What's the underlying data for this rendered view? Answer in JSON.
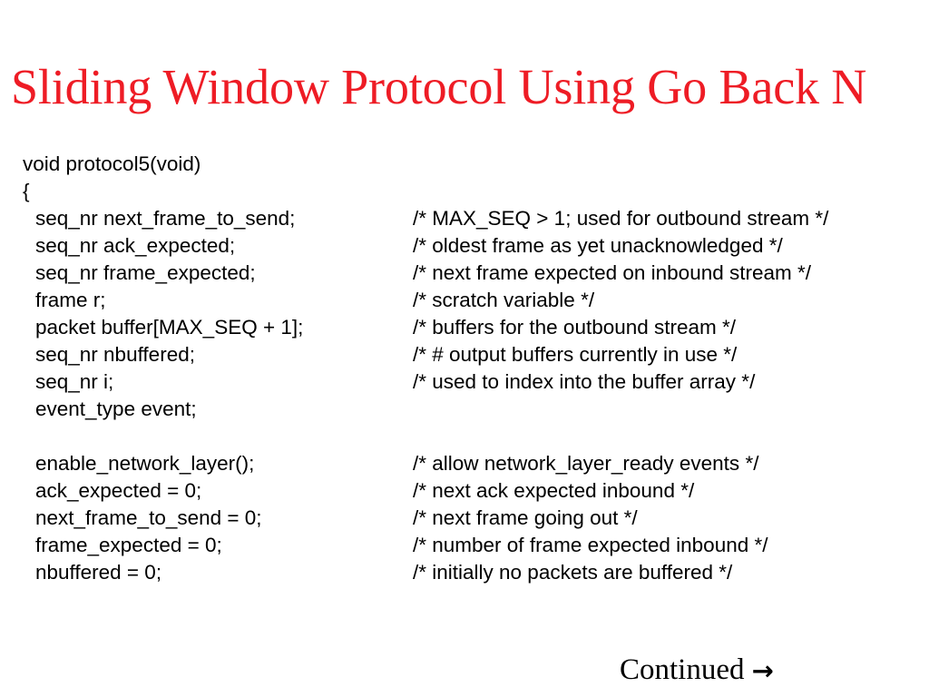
{
  "slide": {
    "title": "Sliding Window Protocol Using Go Back N",
    "title_color": "#ee1c25",
    "background_color": "#ffffff",
    "text_color": "#000000"
  },
  "code": {
    "language": "c",
    "lines": [
      {
        "indent": 0,
        "text": "void protocol5(void)",
        "comment": ""
      },
      {
        "indent": 0,
        "text": "{",
        "comment": ""
      },
      {
        "indent": 1,
        "text": "seq_nr next_frame_to_send;",
        "comment": "/* MAX_SEQ > 1; used for outbound stream */"
      },
      {
        "indent": 1,
        "text": "seq_nr ack_expected;",
        "comment": "/* oldest frame as yet unacknowledged */"
      },
      {
        "indent": 1,
        "text": "seq_nr frame_expected;",
        "comment": "/* next frame expected on inbound stream */"
      },
      {
        "indent": 1,
        "text": "frame r;",
        "comment": "/* scratch variable */"
      },
      {
        "indent": 1,
        "text": "packet buffer[MAX_SEQ + 1];",
        "comment": "/* buffers for the outbound stream */"
      },
      {
        "indent": 1,
        "text": "seq_nr nbuffered;",
        "comment": "/* # output buffers currently in use */"
      },
      {
        "indent": 1,
        "text": "seq_nr i;",
        "comment": "/* used to index into the buffer array */"
      },
      {
        "indent": 1,
        "text": "event_type event;",
        "comment": ""
      },
      {
        "indent": 1,
        "text": "",
        "comment": ""
      },
      {
        "indent": 1,
        "text": "enable_network_layer();",
        "comment": "/* allow network_layer_ready events */"
      },
      {
        "indent": 1,
        "text": "ack_expected = 0;",
        "comment": "/* next ack expected inbound */"
      },
      {
        "indent": 1,
        "text": "next_frame_to_send = 0;",
        "comment": "/* next frame going out */"
      },
      {
        "indent": 1,
        "text": "frame_expected = 0;",
        "comment": "/* number of frame expected inbound */"
      },
      {
        "indent": 1,
        "text": "nbuffered = 0;",
        "comment": "/* initially no packets are buffered */"
      }
    ]
  },
  "footer": {
    "continued_label": "Continued",
    "arrow_glyph": "→",
    "arrow_icon_name": "right-arrow-icon"
  }
}
